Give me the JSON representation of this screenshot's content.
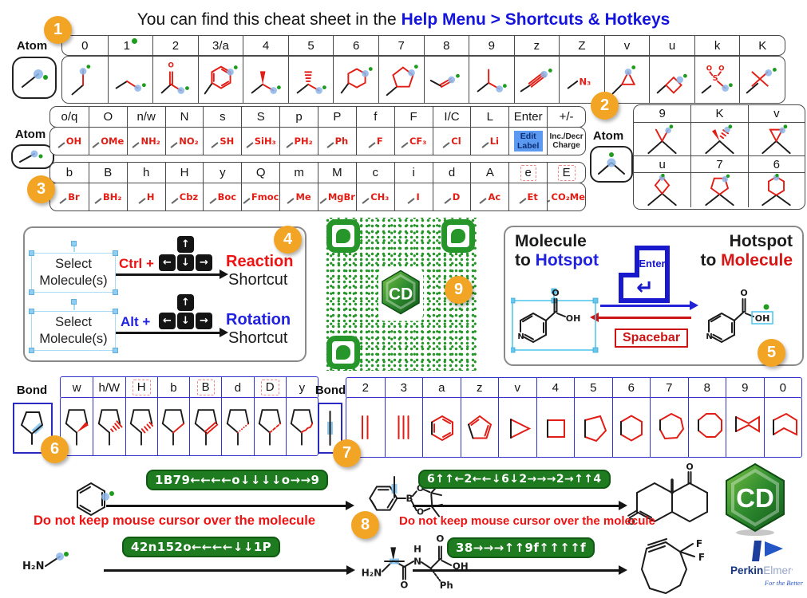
{
  "title": {
    "prefix": "You can find this cheat sheet in the",
    "highlight": "Help Menu > Shortcuts & Hotkeys"
  },
  "badges": [
    "1",
    "2",
    "3",
    "4",
    "5",
    "6",
    "7",
    "8",
    "9"
  ],
  "labels": {
    "atom": "Atom",
    "bond": "Bond"
  },
  "tables": {
    "top": {
      "keys": [
        "0",
        "1",
        "2",
        "3/a",
        "4",
        "5",
        "6",
        "7",
        "8",
        "9",
        "z",
        "Z",
        "v",
        "u",
        "k",
        "K"
      ]
    },
    "mid": {
      "keys": [
        "o/q",
        "O",
        "n/w",
        "N",
        "s",
        "S",
        "p",
        "P",
        "f",
        "F",
        "I/C",
        "L",
        "Enter",
        "+/-"
      ],
      "subs": [
        "OH",
        "OMe",
        "NH₂",
        "NO₂",
        "SH",
        "SiH₃",
        "PH₂",
        "Ph",
        "F",
        "CF₃",
        "Cl",
        "Li"
      ],
      "enter_action": "Edit Label",
      "charge_action": "Inc./Decr Charge"
    },
    "low": {
      "keys": [
        "b",
        "B",
        "h",
        "H",
        "y",
        "Q",
        "m",
        "M",
        "c",
        "i",
        "d",
        "A",
        "e",
        "E"
      ],
      "subs": [
        "Br",
        "BH₂",
        "H",
        "Cbz",
        "Boc",
        "Fmoc",
        "Me",
        "MgBr",
        "CH₃",
        "I",
        "D",
        "Ac",
        "Et",
        "CO₂Me"
      ]
    },
    "right": {
      "keys": [
        "9",
        "K",
        "v",
        "u",
        "7",
        "6"
      ]
    },
    "bond_left": {
      "keys": [
        "w",
        "h/W",
        "H",
        "b",
        "B",
        "d",
        "D",
        "y"
      ]
    },
    "bond_right": {
      "keys": [
        "2",
        "3",
        "a",
        "z",
        "v",
        "4",
        "5",
        "6",
        "7",
        "8",
        "9",
        "0"
      ]
    }
  },
  "section4": {
    "select_line1": "Select",
    "select_line2": "Molecule(s)",
    "ctrl": "Ctrl +",
    "alt": "Alt +",
    "reaction": "Reaction",
    "rotation": "Rotation",
    "shortcut": "Shortcut",
    "arrow_up": "↑",
    "arrow_left": "←",
    "arrow_down": "↓",
    "arrow_right": "→"
  },
  "section5": {
    "molecule": "Molecule",
    "to": "to",
    "hotspot": "Hotspot",
    "enter": "Enter",
    "return_glyph": "↵",
    "spacebar": "Spacebar"
  },
  "chem": {
    "o": "O",
    "oh": "OH",
    "n": "N",
    "h": "H",
    "s": "S",
    "b": "B",
    "f": "F",
    "ph": "Ph",
    "n3": "N₃",
    "h2n": "H₂N"
  },
  "examples": {
    "seq1": "1B79←←←←o↓↓↓↓o→→9",
    "seq2": "42n152o←←←←↓↓1P",
    "seq3": "6↑↑←2←←↓6↓2→→→2→↑↑4",
    "seq4": "38→→→↑↑9f↑↑↑↑f",
    "warning": "Do not keep mouse cursor over the molecule"
  },
  "logos": {
    "cd": "CD",
    "perkin": "Perkin",
    "elmer": "Elmer",
    "mark": "’",
    "tagline": "For the Better"
  }
}
